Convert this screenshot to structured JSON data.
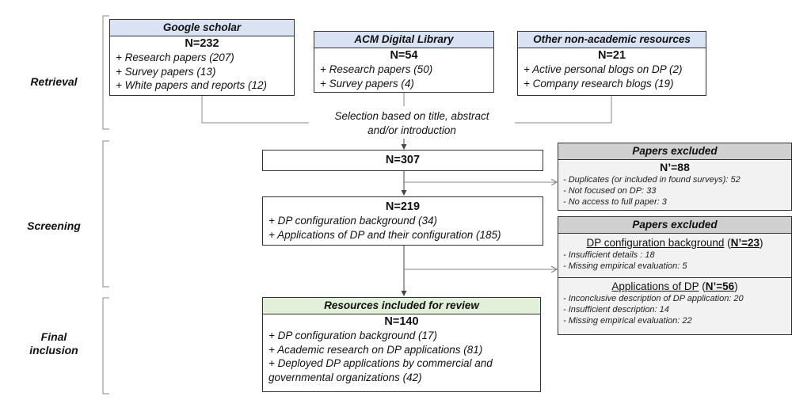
{
  "stages": {
    "retrieval": "Retrieval",
    "screening": "Screening",
    "final": [
      "Final",
      "inclusion"
    ]
  },
  "sources": [
    {
      "title": "Google scholar",
      "n": "N=232",
      "items": [
        "+ Research papers (207)",
        "+ Survey papers (13)",
        "+ White papers and reports (12)"
      ]
    },
    {
      "title": "ACM Digital Library",
      "n": "N=54",
      "items": [
        "+ Research papers (50)",
        "+ Survey papers (4)"
      ]
    },
    {
      "title": "Other non-academic resources",
      "n": "N=21",
      "items": [
        "+ Active personal blogs on DP (2)",
        "+ Company research blogs (19)"
      ]
    }
  ],
  "selection_label": [
    "Selection based on title, abstract",
    "and/or introduction"
  ],
  "screen1": {
    "n": "N=307"
  },
  "screen2": {
    "n": "N=219",
    "items": [
      "+ DP configuration background (34)",
      "+ Applications of DP and their configuration (185)"
    ]
  },
  "excluded1": {
    "title": "Papers excluded",
    "n": "N’=88",
    "items": [
      "-  Duplicates (or included in found surveys): 52",
      "-  Not focused on DP: 33",
      "-  No access to full paper: 3"
    ]
  },
  "excluded2": {
    "title": "Papers excluded",
    "sections": [
      {
        "heading": "DP configuration background",
        "n_prefix": " (",
        "n": "N’=23",
        "n_suffix": ")",
        "items": [
          "-  Insufficient details : 18",
          "-  Missing empirical evaluation: 5"
        ]
      },
      {
        "heading": "Applications of DP",
        "n_prefix": " (",
        "n": "N’=56",
        "n_suffix": ")",
        "items": [
          "-  Inconclusive description of DP application: 20",
          "-  Insufficient description: 14",
          "-  Missing empirical evaluation: 22"
        ]
      }
    ]
  },
  "final": {
    "title": "Resources included for review",
    "n": "N=140",
    "items": [
      "+ DP configuration background (17)",
      "+ Academic research on DP applications (81)",
      "+ Deployed DP applications by commercial and",
      "governmental organizations (42)"
    ]
  }
}
